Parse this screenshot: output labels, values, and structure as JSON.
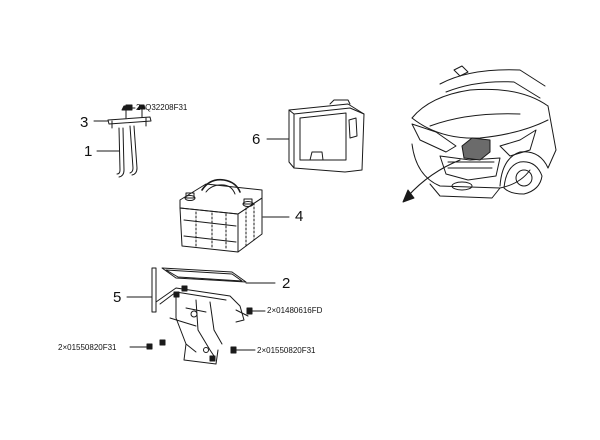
{
  "callouts": {
    "c1": "1",
    "c2": "2",
    "c3": "3",
    "c4": "4",
    "c5": "5",
    "c6": "6"
  },
  "fasteners": {
    "holddown_bolt": "2×Q32208F31",
    "tray_bolt": "2×01480616FD",
    "bracket_bolt_left": "2×01550820F31",
    "bracket_bolt_right": "2×01550820F31"
  },
  "colors": {
    "line": "#1a1a1a",
    "battery_highlight": "#6b6b6b",
    "background": "#ffffff"
  }
}
